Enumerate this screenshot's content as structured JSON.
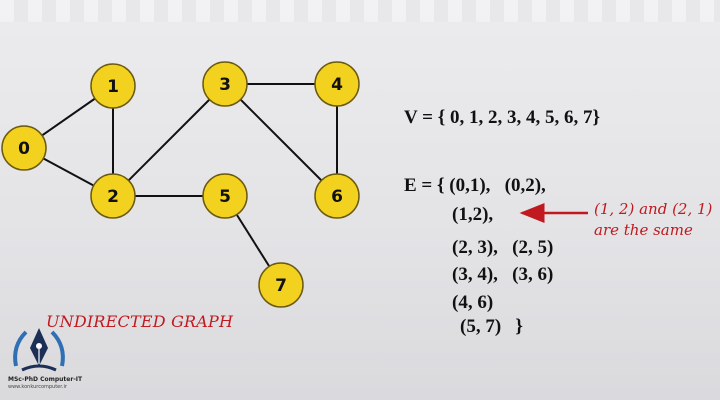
{
  "graph": {
    "nodes": [
      {
        "id": "0",
        "label": "0"
      },
      {
        "id": "1",
        "label": "1"
      },
      {
        "id": "2",
        "label": "2"
      },
      {
        "id": "3",
        "label": "3"
      },
      {
        "id": "4",
        "label": "4"
      },
      {
        "id": "5",
        "label": "5"
      },
      {
        "id": "6",
        "label": "6"
      },
      {
        "id": "7",
        "label": "7"
      }
    ],
    "edges": [
      [
        "0",
        "1"
      ],
      [
        "0",
        "2"
      ],
      [
        "1",
        "2"
      ],
      [
        "2",
        "3"
      ],
      [
        "2",
        "5"
      ],
      [
        "3",
        "4"
      ],
      [
        "3",
        "6"
      ],
      [
        "4",
        "6"
      ],
      [
        "5",
        "7"
      ]
    ],
    "node_color": "#f2d21e",
    "edge_color": "#111111"
  },
  "caption": "UNDIRECTED GRAPH",
  "vertex_set": "V = { 0, 1, 2, 3, 4, 5, 6, 7}",
  "edge_set": {
    "line1": "E = { (0,1),   (0,2),",
    "line2": "(1,2),",
    "line3": "(2, 3),   (2, 5)",
    "line4": "(3, 4),   (3, 6)",
    "line5": "(4, 6)",
    "line6": "(5, 7)   }"
  },
  "annotation": {
    "line1": "(1, 2) and (2, 1)",
    "line2": "are the same",
    "color": "#c0191f"
  },
  "logo": {
    "line1": "MSc-PhD Computer-IT",
    "line2": "www.konkurcomputer.ir"
  }
}
